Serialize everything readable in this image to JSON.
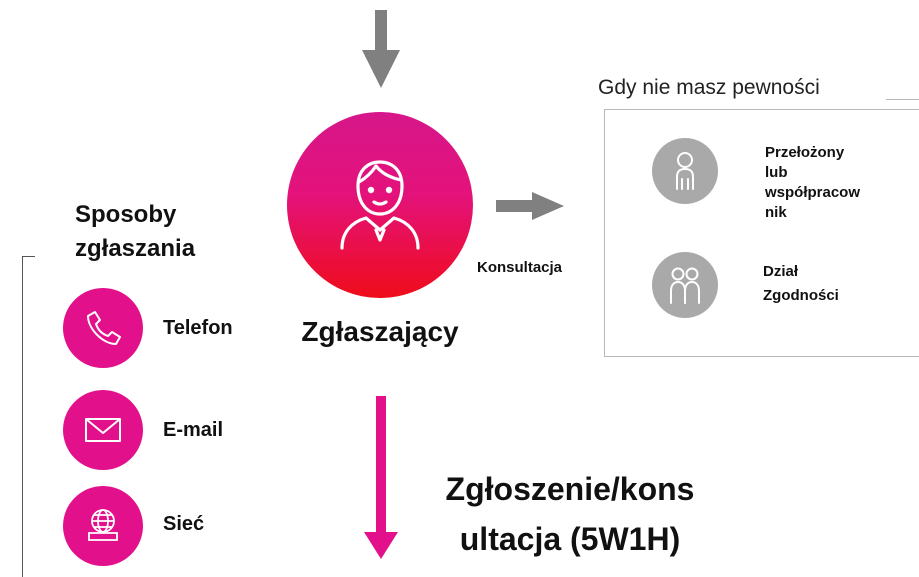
{
  "methods": {
    "title_line1": "Sposoby",
    "title_line2": "zgłaszania",
    "items": [
      {
        "label": "Telefon",
        "icon": "phone-icon"
      },
      {
        "label": "E-mail",
        "icon": "envelope-icon"
      },
      {
        "label": "Sieć",
        "icon": "web-laptop-icon"
      }
    ]
  },
  "reporter": {
    "label": "Zgłaszający",
    "icon": "person-icon"
  },
  "consultation": {
    "arrow_label": "Konsultacja",
    "header": "Gdy nie masz pewności",
    "items": [
      {
        "lines": [
          "Przełożony",
          "lub",
          "współpracow",
          "nik"
        ],
        "icon": "single-person-icon"
      },
      {
        "lines": [
          "Dział",
          "Zgodności"
        ],
        "icon": "two-persons-icon"
      }
    ]
  },
  "outcome": {
    "line1": "Zgłoszenie/kons",
    "line2": "ultacja (5W1H)"
  },
  "colors": {
    "magenta": "#e3108b",
    "red": "#ef0c1a",
    "gray_arrow": "#808080",
    "gray_icon": "#a9a9a9"
  }
}
